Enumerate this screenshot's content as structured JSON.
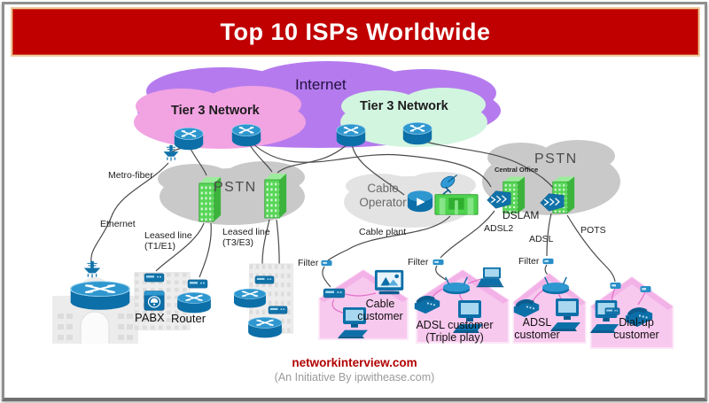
{
  "header": {
    "title": "Top 10 ISPs Worldwide"
  },
  "clouds": {
    "internet": "Internet",
    "tier3_left": "Tier 3 Network",
    "tier3_right": "Tier 3 Network",
    "pstn_left": "PSTN",
    "cable_operator": "Cable Operator",
    "pstn_right": "PSTN"
  },
  "labels": {
    "metro_fiber": "Metro-fiber",
    "ethernet": "Ethernet",
    "leased_line_t1": "Leased line (T1/E1)",
    "leased_line_t3": "Leased line (T3/E3)",
    "cable_plant": "Cable plant",
    "central_office": "Central Office",
    "dslam": "DSLAM",
    "adsl2": "ADSL2",
    "adsl": "ADSL",
    "pots": "POTS",
    "filter": "Filter",
    "pabx": "PABX",
    "router": "Router"
  },
  "customers": {
    "cable": "Cable customer",
    "adsl_triple": "ADSL customer (Triple play)",
    "adsl": "ADSL customer",
    "dialup": "Dial-up customer"
  },
  "footer": {
    "site": "networkinterview.com",
    "subtitle": "(An Initiative By ipwithease.com)"
  },
  "colors": {
    "banner_red": "#c00000",
    "internet_cloud": "#b57bee",
    "tier3_pink": "#f2a3e2",
    "tier3_mint": "#d2f5e0",
    "pstn_gray": "#c9c9c9",
    "device_blue": "#0d6fa8",
    "building_green": "#57d657",
    "house_pink": "#f8c9ee"
  }
}
